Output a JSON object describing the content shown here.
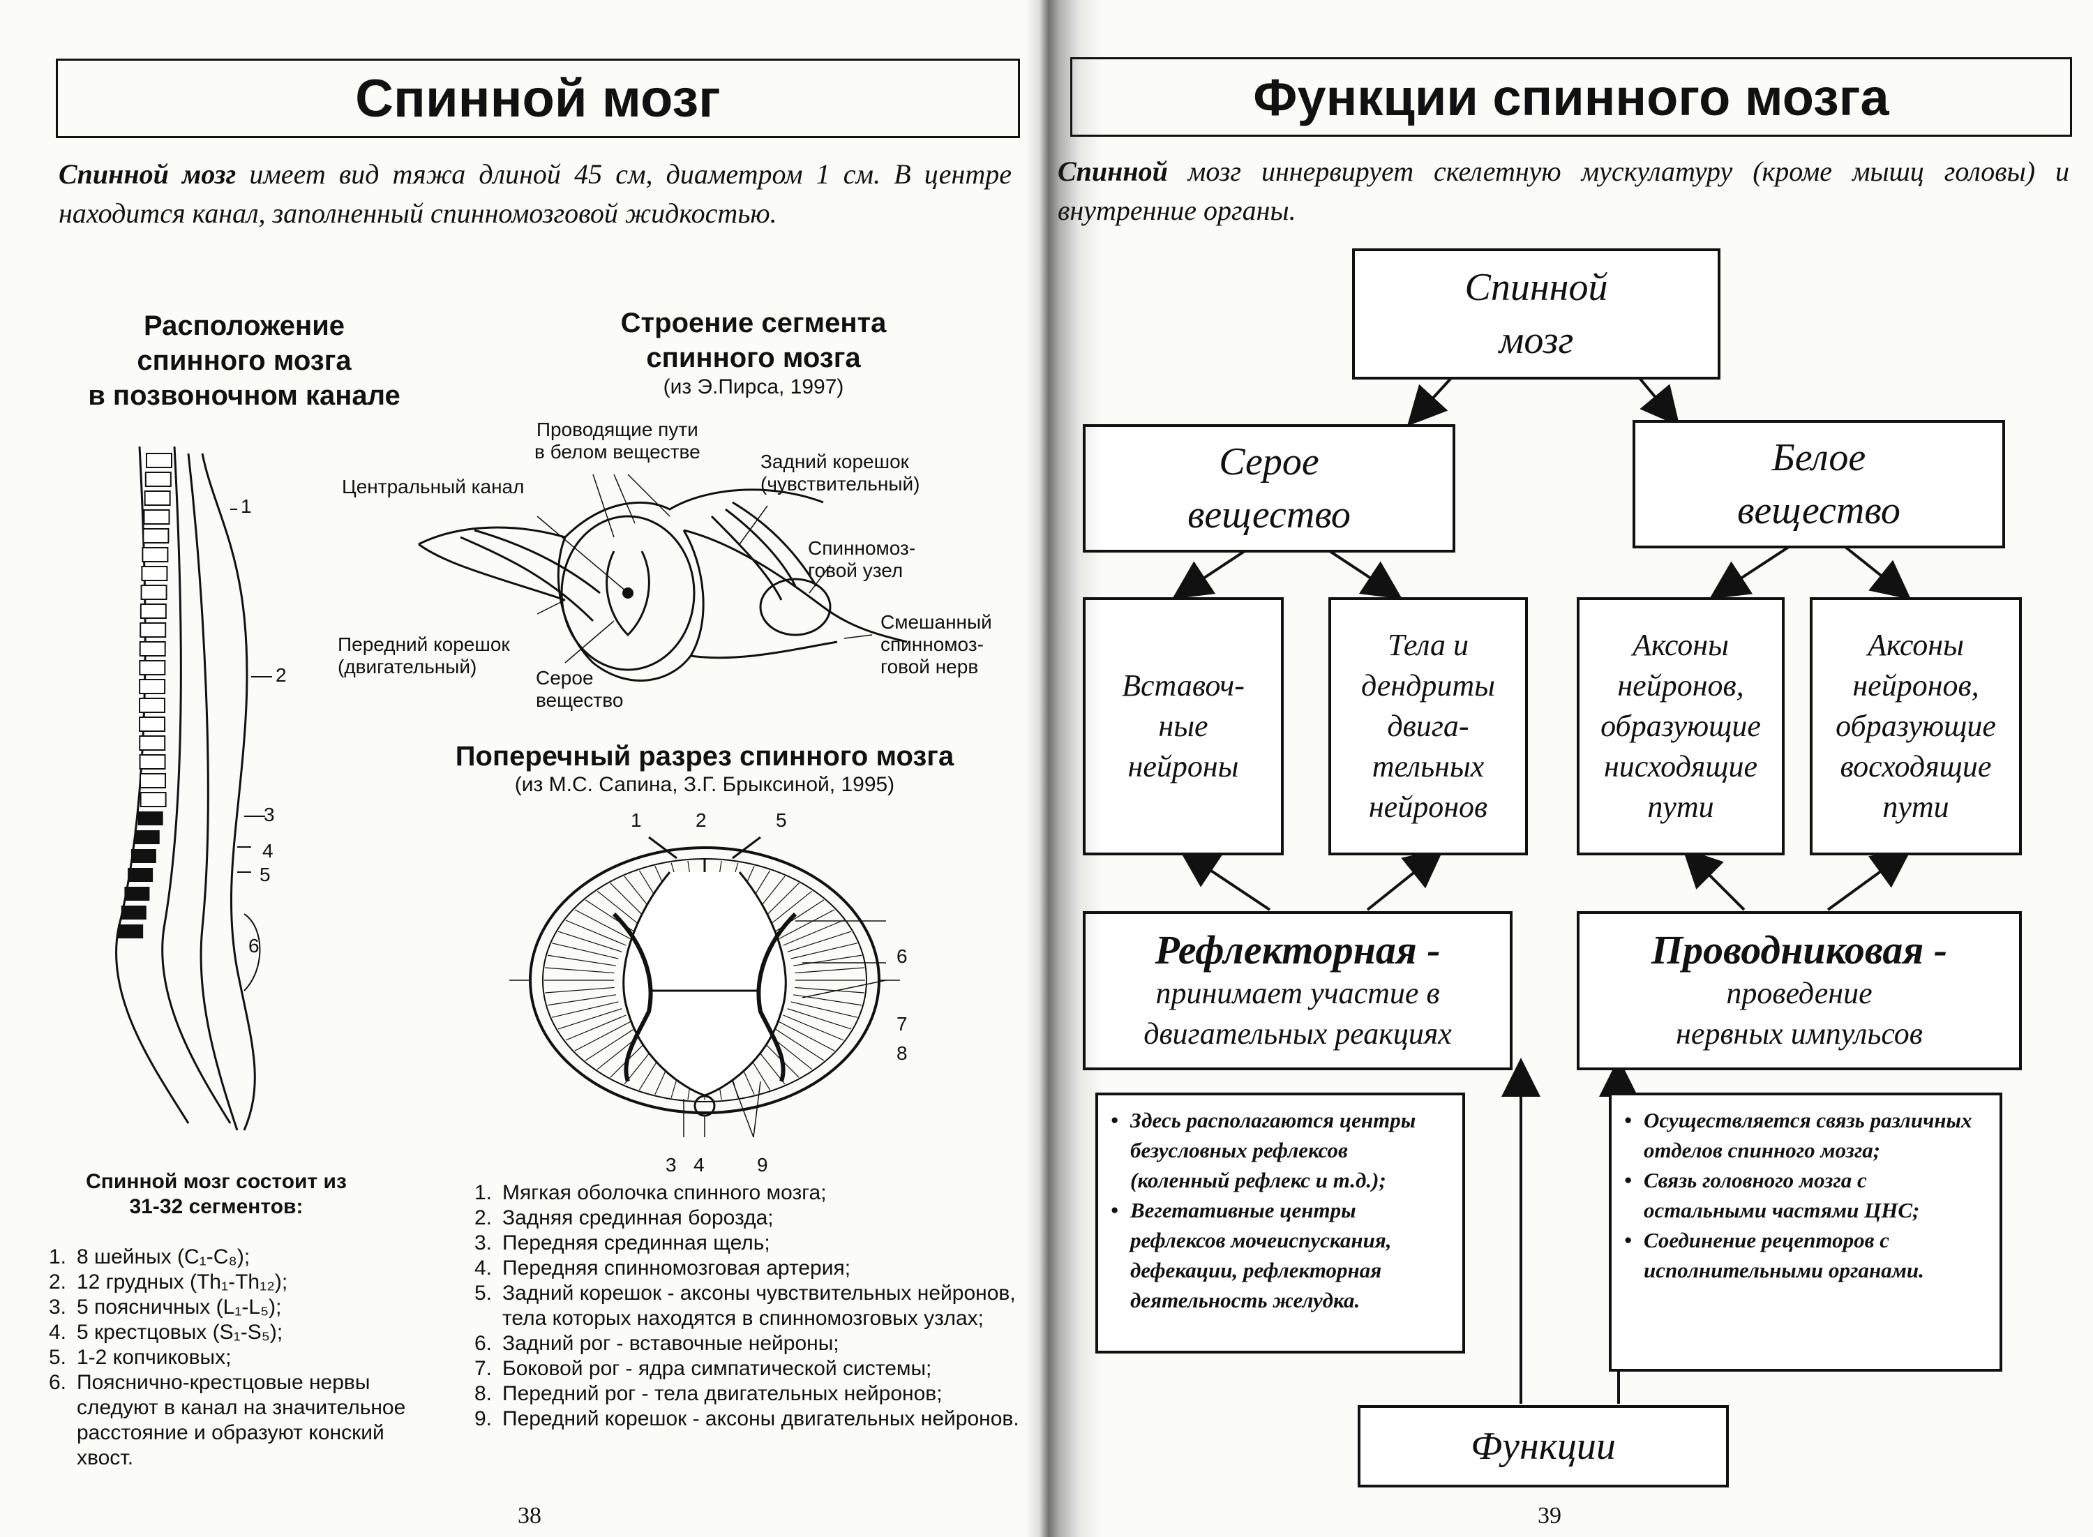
{
  "left": {
    "title": "Спинной мозг",
    "intro_bold": "Спинной мозг",
    "intro_rest": " имеет вид тяжа длиной 45 см, диаметром 1 см. В центре находится канал, заполненный спинномозговой жидкостью.",
    "loc_heading": [
      "Расположение",
      "спинного мозга",
      "в позвоночном канале"
    ],
    "loc_numbers": [
      "1",
      "2",
      "3",
      "4",
      "5",
      "6"
    ],
    "seg_heading": [
      "Строение сегмента",
      "спинного мозга"
    ],
    "seg_source": "(из Э.Пирса, 1997)",
    "seg_labels": {
      "pathways": [
        "Проводящие пути",
        "в белом веществе"
      ],
      "canal": "Центральный канал",
      "dorsal_root": [
        "Задний корешок",
        "(чувствительный)"
      ],
      "ganglion": [
        "Спинномоз-",
        "говой узел"
      ],
      "mixed_nerve": [
        "Смешанный",
        "спинномоз-",
        "говой нерв"
      ],
      "ventral_root": [
        "Передний корешок",
        "(двигательный)"
      ],
      "grey": [
        "Серое",
        "вещество"
      ]
    },
    "cross_heading": "Поперечный разрез спинного мозга",
    "cross_source": "(из М.С. Сапина, З.Г. Брыксиной, 1995)",
    "cross_numbers": [
      "1",
      "2",
      "5",
      "6",
      "7",
      "8",
      "3",
      "4",
      "9"
    ],
    "segments_heading": [
      "Спинной мозг состоит из",
      "31-32 сегментов:"
    ],
    "segments_list": [
      {
        "n": "1.",
        "t": "8 шейных (C₁-C₈);"
      },
      {
        "n": "2.",
        "t": "12 грудных (Th₁-Th₁₂);"
      },
      {
        "n": "3.",
        "t": "5 поясничных (L₁-L₅);"
      },
      {
        "n": "4.",
        "t": "5 крестцовых (S₁-S₅);"
      },
      {
        "n": "5.",
        "t": "1-2 копчиковых;"
      },
      {
        "n": "6.",
        "t": "Пояснично-крестцовые нервы следуют в канал на значительное расстояние и образуют конский хвост."
      }
    ],
    "legend_list": [
      {
        "n": "1.",
        "t": "Мягкая оболочка спинного мозга;"
      },
      {
        "n": "2.",
        "t": "Задняя срединная борозда;"
      },
      {
        "n": "3.",
        "t": "Передняя срединная щель;"
      },
      {
        "n": "4.",
        "t": "Передняя спинномозговая артерия;"
      },
      {
        "n": "5.",
        "t": "Задний корешок - аксоны чувствительных нейронов, тела которых находятся в спинномозговых узлах;"
      },
      {
        "n": "6.",
        "t": "Задний рог - вставочные нейроны;"
      },
      {
        "n": "7.",
        "t": "Боковой рог - ядра симпатической системы;"
      },
      {
        "n": "8.",
        "t": "Передний рог - тела двигательных нейронов;"
      },
      {
        "n": "9.",
        "t": "Передний корешок - аксоны двигательных нейронов."
      }
    ],
    "page_number": "38"
  },
  "right": {
    "title": "Функции спинного мозга",
    "intro_bold": "Спинной",
    "intro_rest": " мозг иннервирует скелетную мускулатуру (кроме мышц головы) и внутренние органы.",
    "box_root": [
      "Спинной",
      "мозг"
    ],
    "box_grey": [
      "Серое",
      "вещество"
    ],
    "box_white": [
      "Белое",
      "вещество"
    ],
    "box_inter": [
      "Вставоч-",
      "ные",
      "нейроны"
    ],
    "box_motor": [
      "Тела и",
      "дендриты",
      "двига-",
      "тельных",
      "нейронов"
    ],
    "box_desc": [
      "Аксоны",
      "нейронов,",
      "образующие",
      "нисходящие",
      "пути"
    ],
    "box_asc": [
      "Аксоны",
      "нейронов,",
      "образующие",
      "восходящие",
      "пути"
    ],
    "reflex_title": "Рефлекторная -",
    "reflex_text": [
      "принимает участие в",
      "двигательных реакциях"
    ],
    "conduct_title": "Проводниковая -",
    "conduct_text": [
      "проведение",
      "нервных импульсов"
    ],
    "reflex_bullets": [
      "Здесь располагаются центры безусловных рефлексов (коленный рефлекс и т.д.);",
      "Вегетативные центры рефлексов мочеиспускания, дефекации, рефлекторная деятельность желудка."
    ],
    "conduct_bullets": [
      "Осуществляется связь различных отделов спинного мозга;",
      "Связь головного мозга с остальными частями ЦНС;",
      "Соединение рецепторов с исполнительными органами."
    ],
    "functions": "Функции",
    "page_number": "39"
  },
  "colors": {
    "ink": "#111111",
    "paper": "#fbfbf8"
  }
}
